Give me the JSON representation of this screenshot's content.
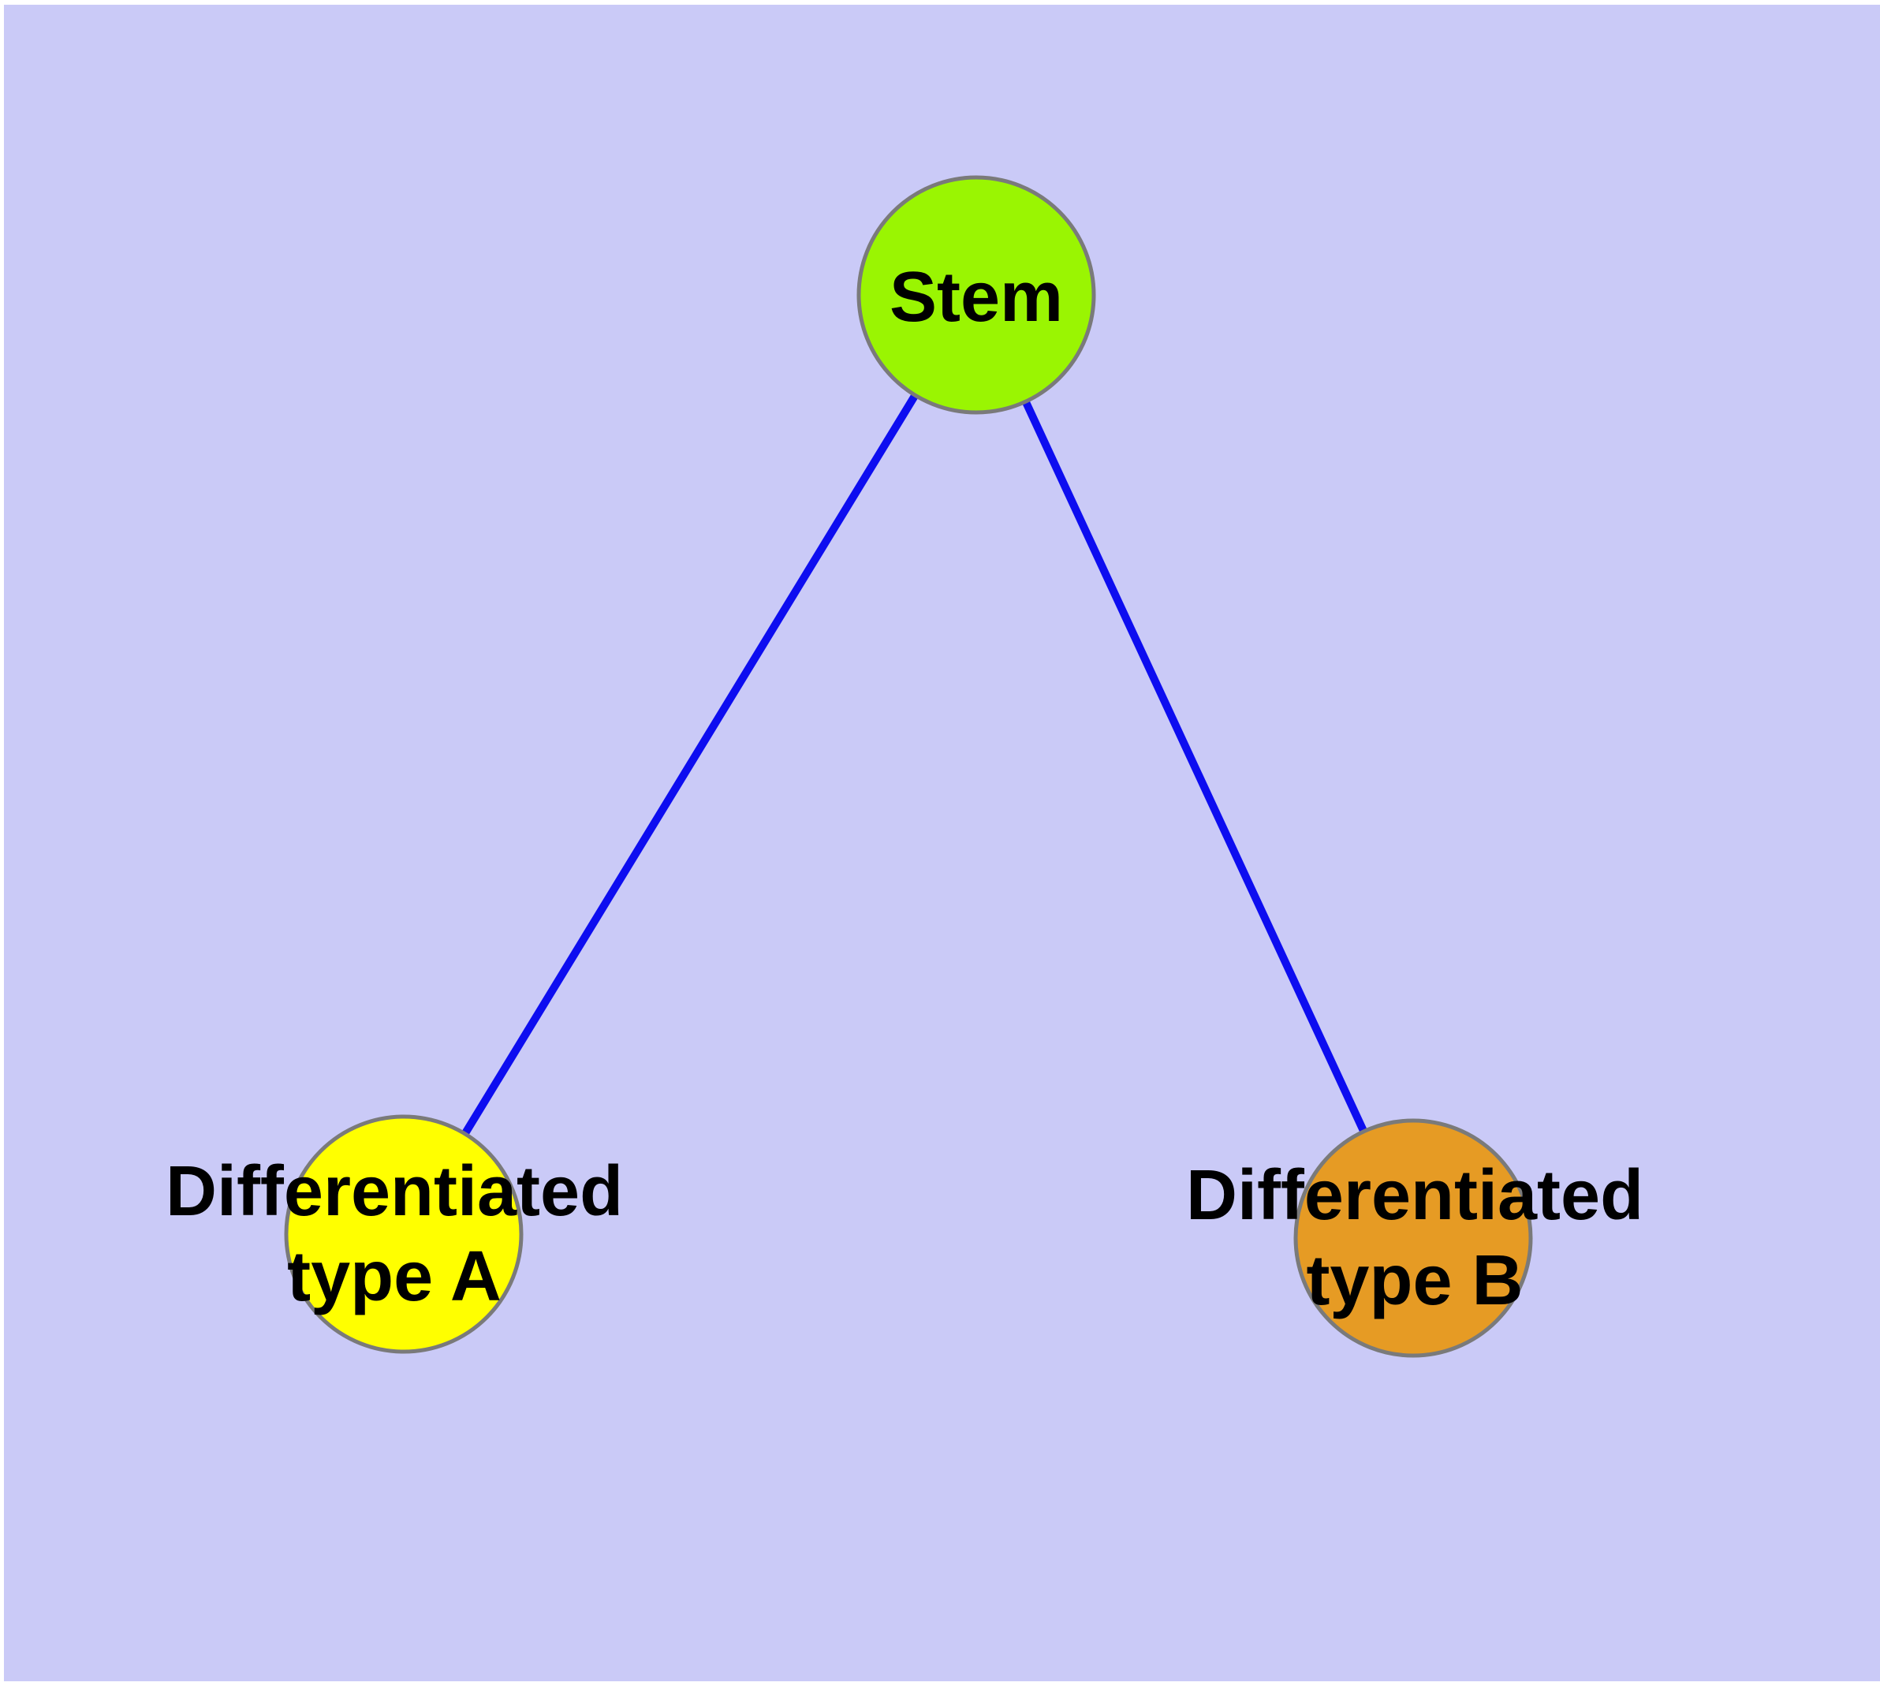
{
  "diagram": {
    "title": "",
    "colors": {
      "page_background": "#FFFFFF",
      "panel_background": "#CACAF7",
      "edge_color": "#0D0DF0",
      "node_border_color": "#7A7A7A",
      "label_color": "#000000"
    },
    "nodes": [
      {
        "id": "stem",
        "label": "Stem",
        "label_lines": {
          "line1": "Stem",
          "line2": ""
        },
        "fill": "#9AF502",
        "shape": "circle"
      },
      {
        "id": "differentiated-type-a",
        "label": "Differentiated type A",
        "label_lines": {
          "line1": "Differentiated",
          "line2": "type A"
        },
        "fill": "#FFFF00",
        "shape": "circle"
      },
      {
        "id": "differentiated-type-b",
        "label": "Differentiated type B",
        "label_lines": {
          "line1": "Differentiated",
          "line2": "type B"
        },
        "fill": "#E69B24",
        "shape": "circle"
      }
    ],
    "edges": [
      {
        "from": "stem",
        "to": "differentiated-type-a",
        "style": "solid",
        "arrowhead": "none"
      },
      {
        "from": "stem",
        "to": "differentiated-type-b",
        "style": "solid",
        "arrowhead": "none"
      }
    ]
  }
}
